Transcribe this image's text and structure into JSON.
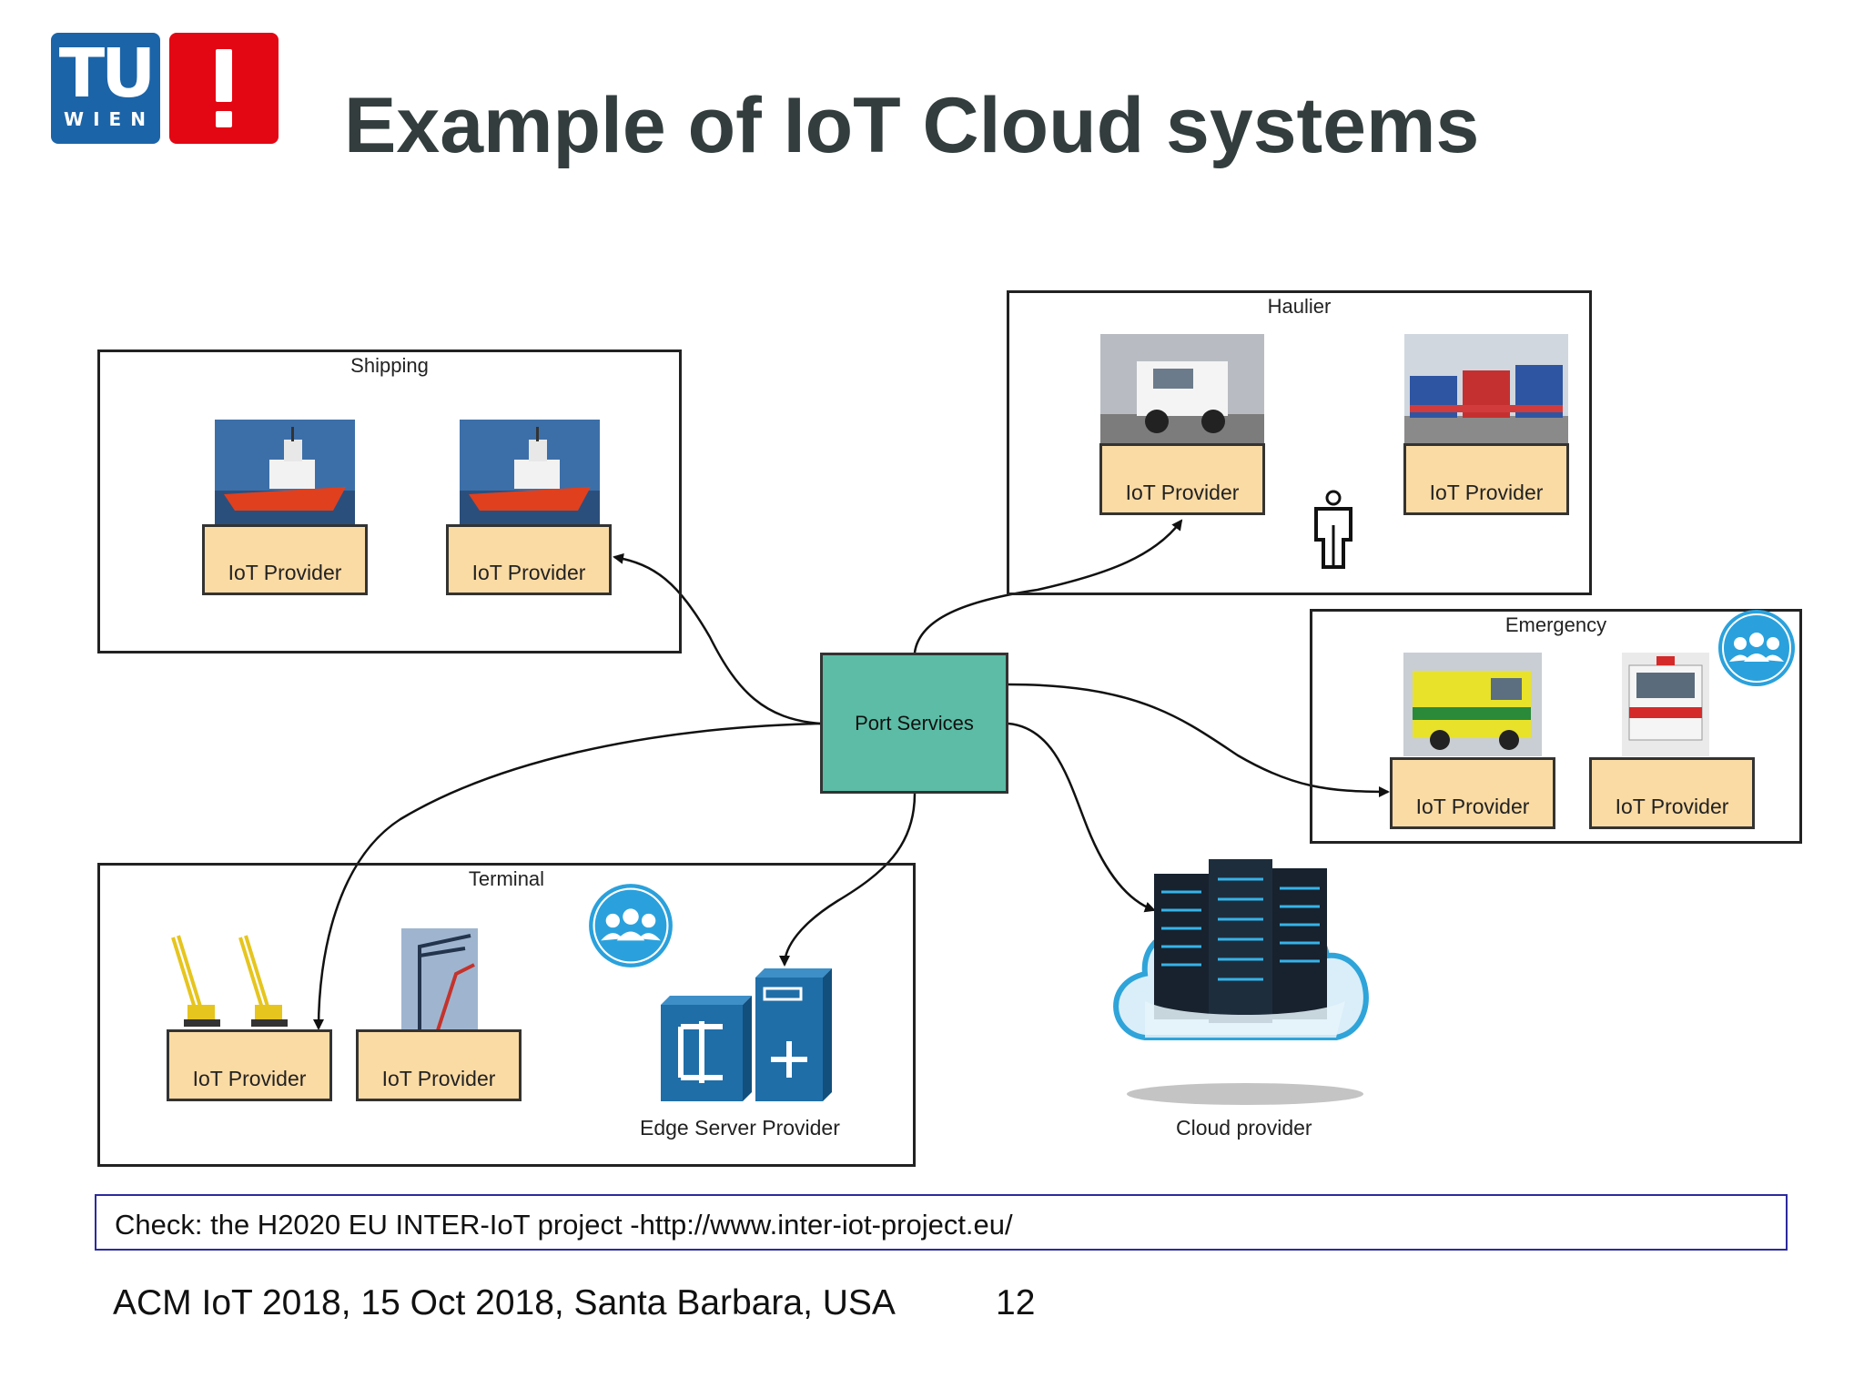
{
  "logo": {
    "top_text": "TU",
    "bottom_text": "WIEN",
    "mark": "!"
  },
  "title": "Example of IoT Cloud systems",
  "diagram": {
    "center": "Port Services",
    "groups": {
      "shipping": {
        "label": "Shipping",
        "providers": [
          "IoT Provider",
          "IoT Provider"
        ]
      },
      "haulier": {
        "label": "Haulier",
        "providers": [
          "IoT Provider",
          "IoT Provider"
        ]
      },
      "emergency": {
        "label": "Emergency",
        "providers": [
          "IoT Provider",
          "IoT Provider"
        ]
      },
      "terminal": {
        "label": "Terminal",
        "providers": [
          "IoT Provider",
          "IoT Provider"
        ]
      }
    },
    "edge_server": "Edge Server Provider",
    "cloud": "Cloud provider",
    "icons": [
      "ship-image",
      "truck-image",
      "truck-fleet-image",
      "ambulance-image",
      "crane-image",
      "person-icon",
      "people-group-icon",
      "edge-server-icon",
      "cloud-server-icon"
    ],
    "colors": {
      "provider_fill": "#fbdba4",
      "port_fill": "#5cbca5",
      "group_icon": "#2aa1dc"
    }
  },
  "note": "Check:  the H2020 EU INTER-IoT project -http://www.inter-iot-project.eu/",
  "footer": "ACM IoT 2018, 15 Oct 2018, Santa Barbara, USA",
  "page_number": "12"
}
